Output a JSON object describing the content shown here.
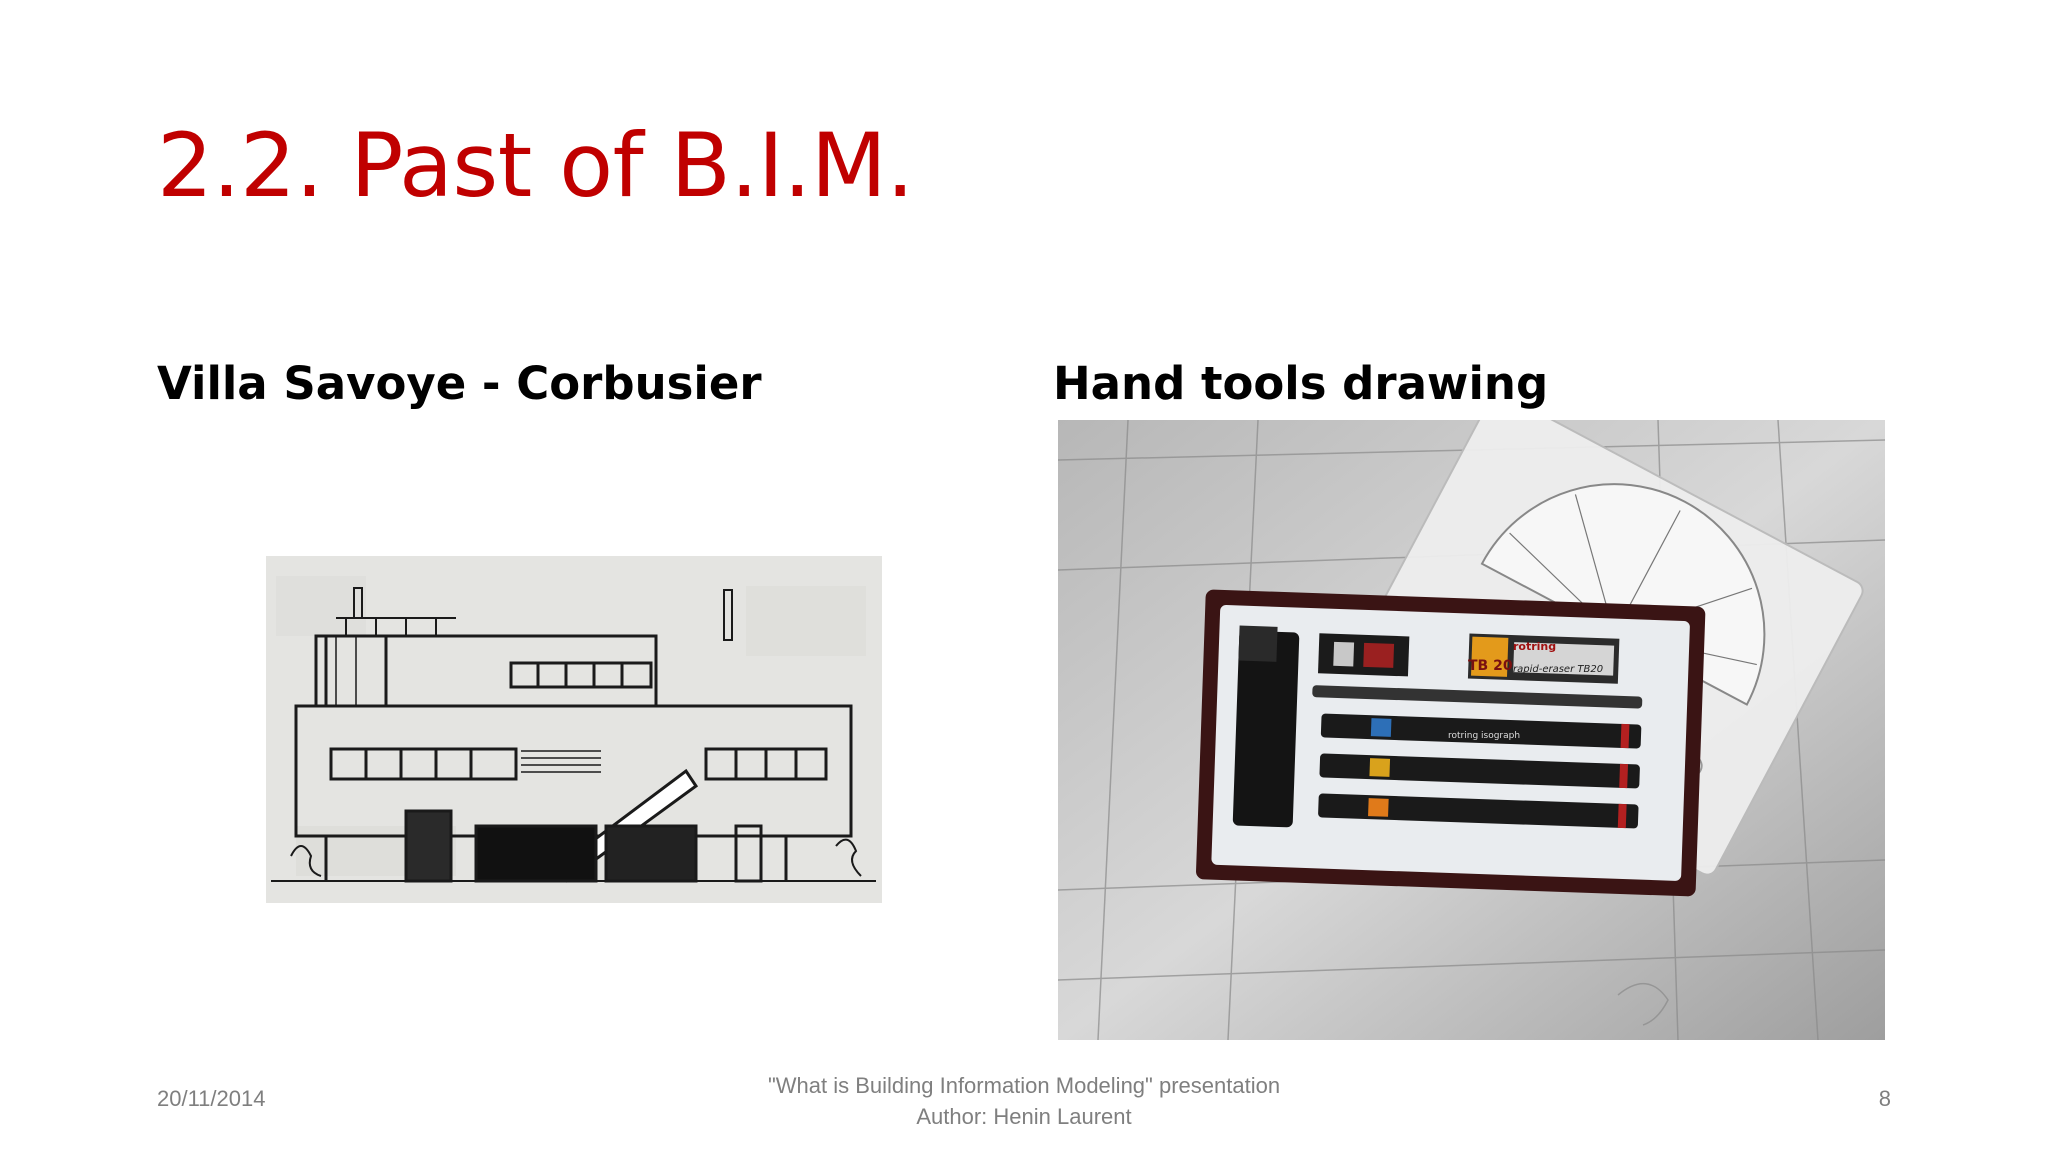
{
  "slide": {
    "title": "2.2. Past of B.I.M.",
    "left_column": {
      "heading": "Villa Savoye - Corbusier"
    },
    "right_column": {
      "heading": "Hand tools drawing",
      "box_labels": {
        "tb_mark": "TB 20",
        "brand": "rotring",
        "eraser": "rapid-eraser TB20",
        "pen_label": "rotring isograph"
      }
    }
  },
  "footer": {
    "date": "20/11/2014",
    "presentation": "\"What is Building Information Modeling\" presentation",
    "author": "Author: Henin Laurent",
    "page_number": "8"
  },
  "colors": {
    "title": "#c00000",
    "footer_text": "#7f7f7f",
    "heading": "#000000"
  }
}
